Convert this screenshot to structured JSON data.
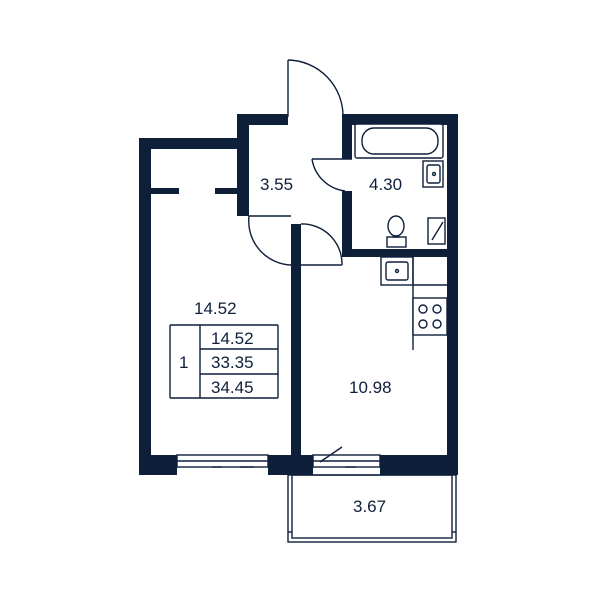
{
  "rooms": {
    "bedroom_area": "14.52",
    "hall_area": "3.55",
    "bathroom_area": "4.30",
    "kitchen_area": "10.98",
    "balcony_area": "3.67"
  },
  "legend": {
    "rooms_count": "1",
    "living_area": "14.52",
    "total_area": "33.35",
    "total_with_balcony": "34.45"
  },
  "colors": {
    "wall": "#0e1f3a",
    "background": "#ffffff"
  }
}
